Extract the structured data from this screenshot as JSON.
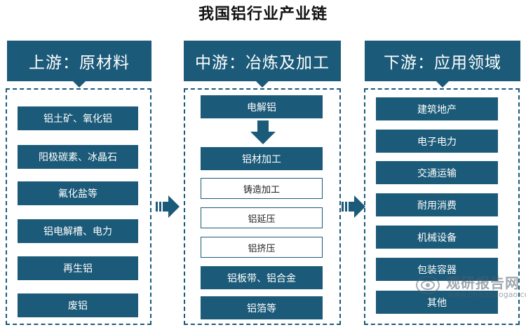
{
  "title": "我国铝行业产业链",
  "upstream": {
    "header": "上游：原材料",
    "items": [
      "铝土矿、氧化铝",
      "阳极碳素、冰晶石",
      "氟化盐等",
      "铝电解槽、电力",
      "再生铝",
      "废铝"
    ]
  },
  "midstream": {
    "header": "中游：冶炼及加工",
    "top": "电解铝",
    "processing": "铝材加工",
    "methods": [
      "铸造加工",
      "铝延压",
      "铝挤压"
    ],
    "products": [
      "铝板带、铝合金",
      "铝箔等"
    ]
  },
  "downstream": {
    "header": "下游：应用领域",
    "items": [
      "建筑地产",
      "电子电力",
      "交通运输",
      "耐用消费",
      "机械设备",
      "包装容器",
      "其他"
    ]
  },
  "watermark": {
    "text": "观研报告网",
    "url": "www.chinabaogao.com"
  },
  "colors": {
    "primary": "#1b5a78",
    "outline_bg": "#ffffff"
  }
}
